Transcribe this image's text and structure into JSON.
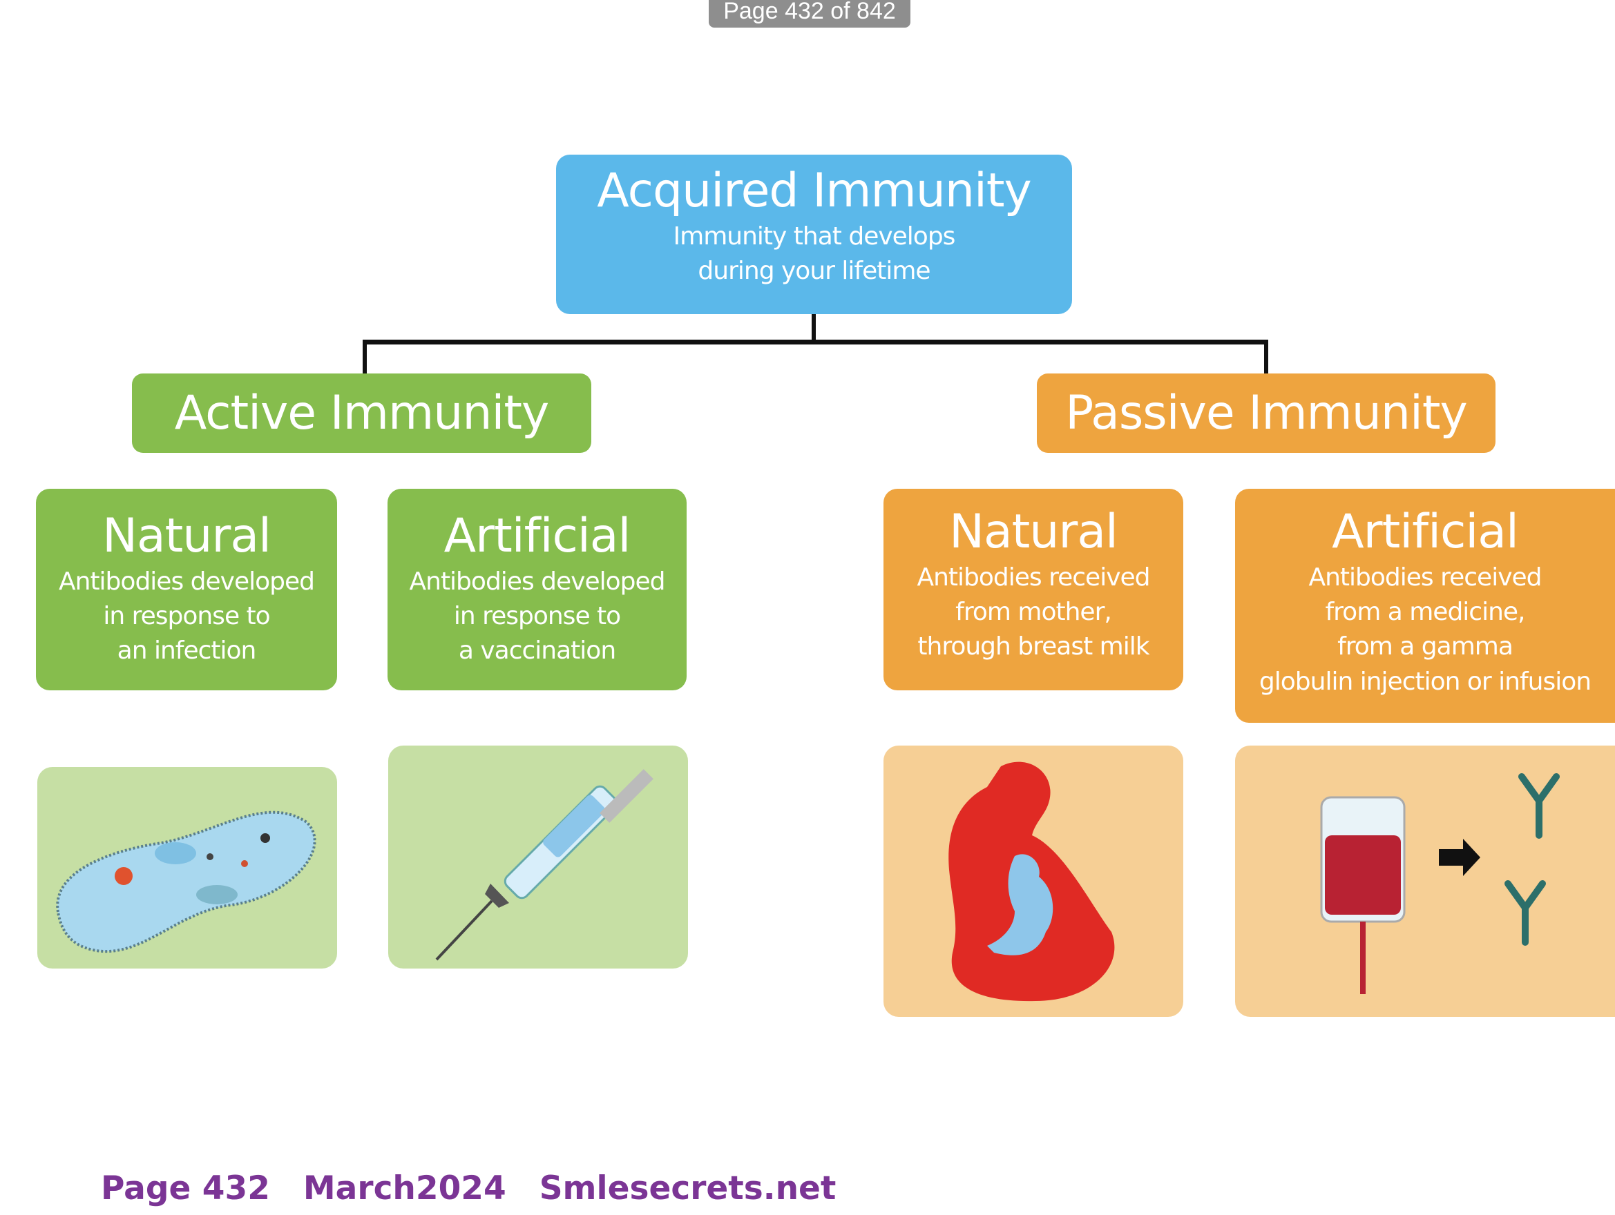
{
  "page_indicator": "Page 432 of 842",
  "root": {
    "title": "Acquired Immunity",
    "desc": [
      "Immunity that develops",
      "during your lifetime"
    ]
  },
  "active": {
    "title": "Active Immunity",
    "natural": {
      "title": "Natural",
      "desc": [
        "Antibodies developed",
        "in response to",
        "an infection"
      ]
    },
    "artificial": {
      "title": "Artificial",
      "desc": [
        "Antibodies developed",
        "in response to",
        "a vaccination"
      ]
    }
  },
  "passive": {
    "title": "Passive Immunity",
    "natural": {
      "title": "Natural",
      "desc": [
        "Antibodies received",
        "from mother,",
        "through breast milk"
      ]
    },
    "artificial": {
      "title": "Artificial",
      "desc": [
        "Antibodies received",
        "from a medicine,",
        "from a gamma",
        "globulin injection or infusion"
      ]
    }
  },
  "footer": {
    "page": "Page 432",
    "date": "March2024",
    "site": "Smlesecrets.net"
  },
  "colors": {
    "blue": "#5bb8ea",
    "green": "#86bd4d",
    "orange": "#eea43f",
    "footer": "#7b3595"
  }
}
